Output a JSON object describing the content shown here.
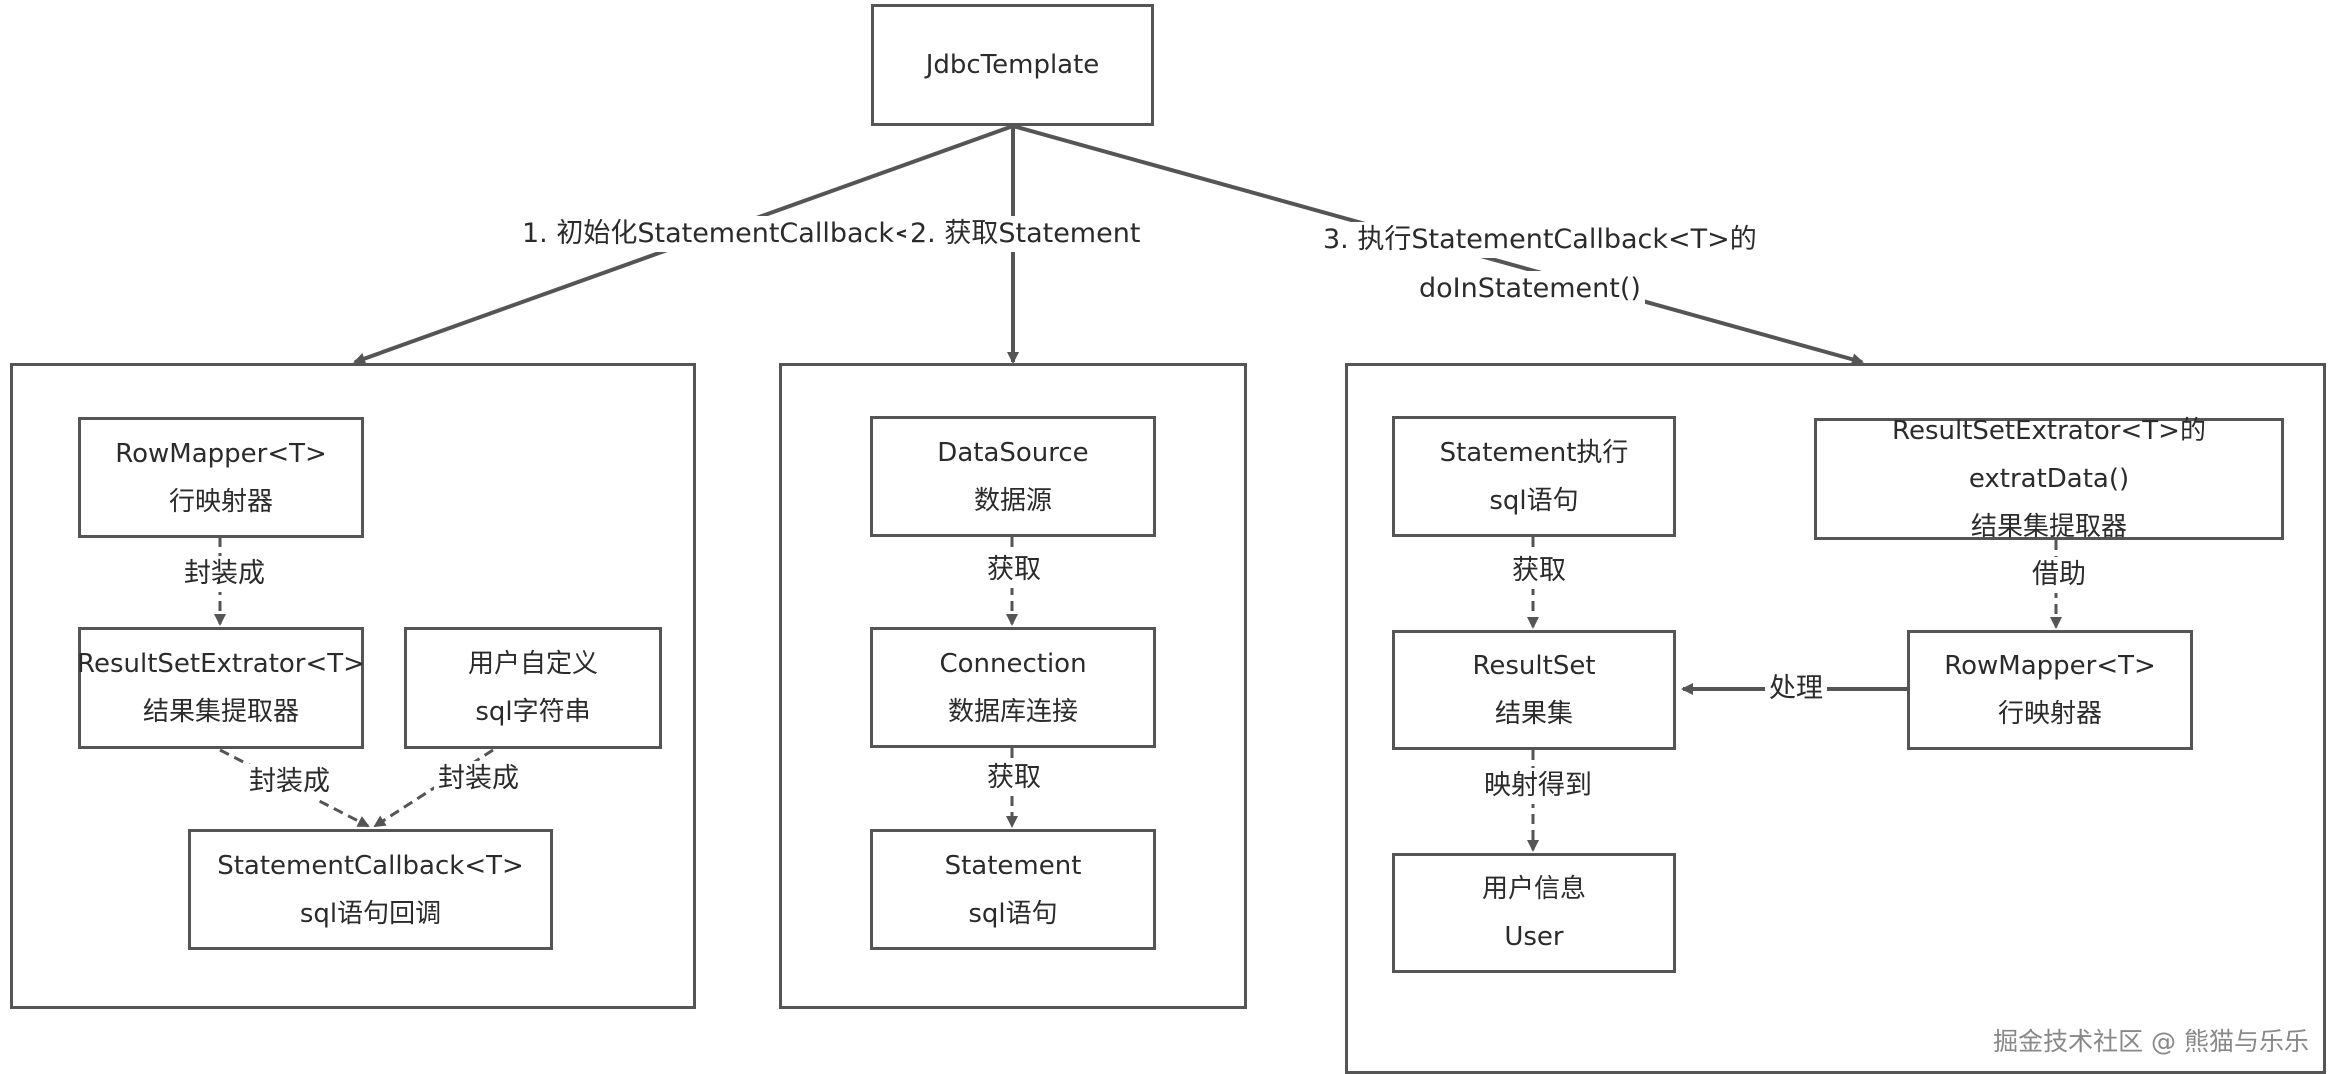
{
  "root": {
    "title": "JdbcTemplate"
  },
  "steps": {
    "step1": "1. 初始化StatementCallback<T>",
    "step2": "2. 获取Statement",
    "step3_line1": "3. 执行StatementCallback<T>的",
    "step3_line2": "doInStatement()"
  },
  "left": {
    "rowmapper": {
      "line1": "RowMapper<T>",
      "line2": "行映射器"
    },
    "extractor": {
      "line1": "ResultSetExtrator<T>",
      "line2": "结果集提取器"
    },
    "custom_sql": {
      "line1": "用户自定义",
      "line2": "sql字符串"
    },
    "callback": {
      "line1": "StatementCallback<T>",
      "line2": "sql语句回调"
    },
    "label_wrap_1": "封装成",
    "label_wrap_2": "封装成",
    "label_wrap_3": "封装成"
  },
  "middle": {
    "datasource": {
      "line1": "DataSource",
      "line2": "数据源"
    },
    "connection": {
      "line1": "Connection",
      "line2": "数据库连接"
    },
    "statement": {
      "line1": "Statement",
      "line2": "sql语句"
    },
    "label_get_1": "获取",
    "label_get_2": "获取"
  },
  "right": {
    "stmt_exec": {
      "line1": "Statement执行",
      "line2": "sql语句"
    },
    "extractor_data": {
      "line1": "ResultSetExtrator<T>的extratData()",
      "line2": "结果集提取器"
    },
    "resultset": {
      "line1": "ResultSet",
      "line2": "结果集"
    },
    "rowmapper": {
      "line1": "RowMapper<T>",
      "line2": "行映射器"
    },
    "user_info": {
      "line1": "用户信息",
      "line2": "User"
    },
    "label_get": "获取",
    "label_borrow": "借助",
    "label_process": "处理",
    "label_map": "映射得到"
  },
  "watermark": "掘金技术社区 @ 熊猫与乐乐",
  "colors": {
    "stroke": "#555555",
    "text": "#2b2b2b",
    "watermark": "#888888"
  }
}
